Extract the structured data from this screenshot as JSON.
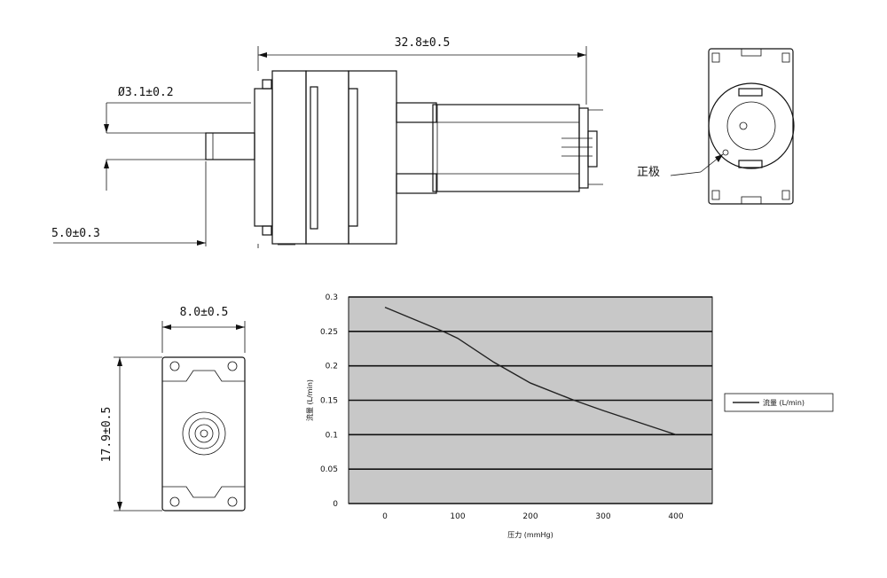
{
  "dimensions": {
    "overall_length": "32.8±0.5",
    "shaft_diameter": "Ø3.1±0.2",
    "shaft_length": "5.0±0.3",
    "width": "8.0±0.5",
    "height": "17.9±0.5"
  },
  "labels": {
    "positive_terminal": "正极"
  },
  "chart_data": {
    "type": "line",
    "x": [
      0,
      80,
      100,
      150,
      200,
      260,
      300,
      380,
      400
    ],
    "series": [
      {
        "name": "流量 (L/min)",
        "values": [
          0.285,
          0.25,
          0.24,
          0.205,
          0.175,
          0.15,
          0.135,
          0.107,
          0.1
        ]
      }
    ],
    "xlabel": "压力 (mmHg)",
    "ylabel": "流量 (L/min)",
    "xlim": [
      -50,
      450
    ],
    "ylim": [
      0,
      0.3
    ],
    "xticks": [
      "0",
      "100",
      "200",
      "300",
      "400"
    ],
    "yticks": [
      "0",
      "0.05",
      "0.1",
      "0.15",
      "0.2",
      "0.25",
      "0.3"
    ],
    "grid": true,
    "legend_position": "right",
    "plot_background": "#c8c8c8",
    "line_color": "#222222"
  }
}
